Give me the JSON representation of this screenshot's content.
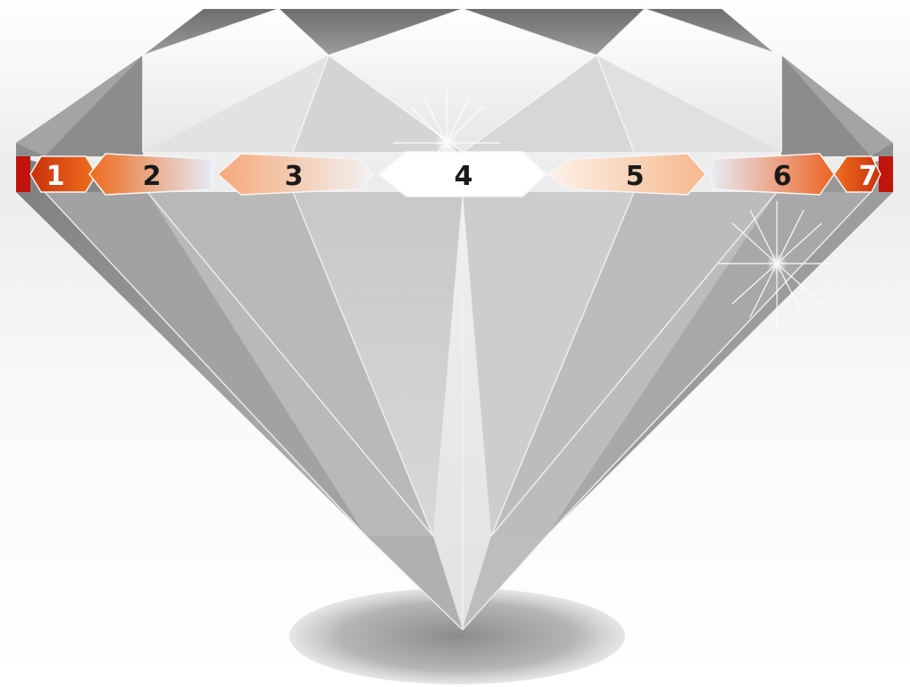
{
  "diagram": {
    "segments": [
      {
        "label": "1",
        "fill": "#e05a10",
        "text_color": "#ffffff"
      },
      {
        "label": "2",
        "fill": "#f07a30",
        "text_color": "#1a1a1a"
      },
      {
        "label": "3",
        "fill": "#f5b48a",
        "text_color": "#1a1a1a"
      },
      {
        "label": "4",
        "fill": "#ffffff",
        "text_color": "#1a1a1a"
      },
      {
        "label": "5",
        "fill": "#f8c8a6",
        "text_color": "#1a1a1a"
      },
      {
        "label": "6",
        "fill": "#ec6a3a",
        "text_color": "#1a1a1a"
      },
      {
        "label": "7",
        "fill": "#e05a10",
        "text_color": "#ffffff"
      }
    ],
    "end_cap_color": "#c0140c",
    "diamond_colors": {
      "crown_light": "#f4f4f4",
      "crown_mid": "#d8d8d8",
      "crown_dark": "#7a7a7a",
      "pavilion_light": "#dedede",
      "pavilion_mid": "#c4c4c4",
      "pavilion_dark": "#8a8a8a",
      "shadow": "#9a9a9a"
    }
  }
}
